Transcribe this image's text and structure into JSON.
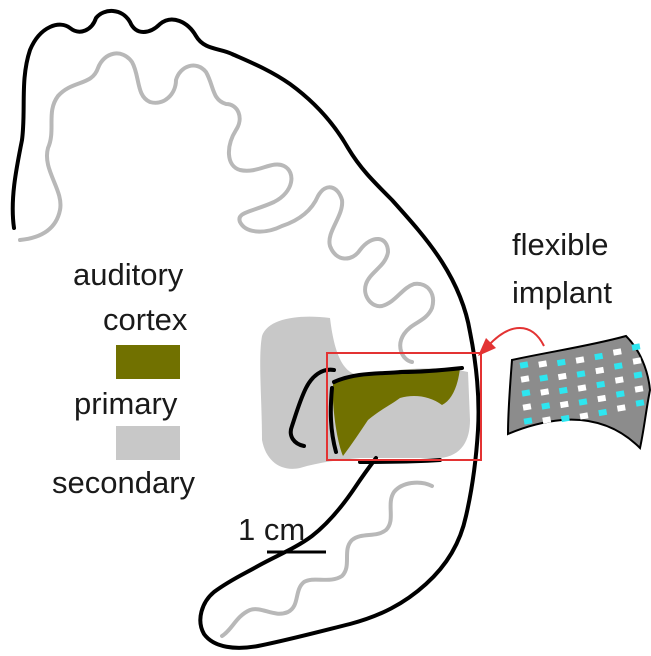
{
  "legend": {
    "title_line1": "auditory",
    "title_line2": "cortex",
    "primary_label": "primary",
    "secondary_label": "secondary"
  },
  "implant": {
    "label_line1": "flexible",
    "label_line2": "implant"
  },
  "scale_bar": {
    "label": "1 cm"
  },
  "colors": {
    "primary": "#717100",
    "secondary": "#c8c8c8",
    "outline": "#000000",
    "inner_contour": "#b8b8b8",
    "highlight_box": "#e33333",
    "implant_fill": "#8c8c8c",
    "electrode_cyan": "#2ee6f0",
    "electrode_white": "#ffffff"
  },
  "icons": {
    "arrow": "curved-arrow-icon"
  }
}
